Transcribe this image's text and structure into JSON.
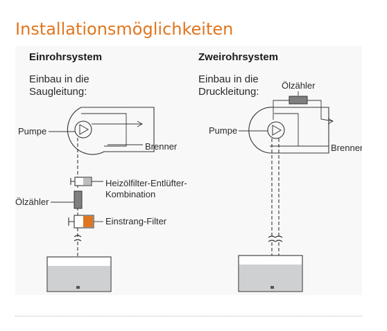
{
  "page_title": "Installationsmöglichkeiten",
  "colors": {
    "title": "#e0761f",
    "filter_accent": "#e0761f",
    "meter": "#7f7f7f",
    "tank_fluid": "#cfd0d1",
    "figure_bg": "#f8f8f8"
  },
  "left": {
    "heading": "Einrohrsystem",
    "subtitle_line1": "Einbau in die",
    "subtitle_line2": "Saugleitung:",
    "labels": {
      "pump": "Pumpe",
      "burner": "Brenner",
      "deaerator_line1": "Heizölfilter-Entlüfter-",
      "deaerator_line2": "Kombination",
      "meter": "Ölzähler",
      "filter": "Einstrang-Filter"
    }
  },
  "right": {
    "heading": "Zweirohrsystem",
    "subtitle_line1": "Einbau in die",
    "subtitle_line2": "Druckleitung:",
    "labels": {
      "meter": "Ölzähler",
      "pump": "Pumpe",
      "burner": "Brenner"
    }
  }
}
